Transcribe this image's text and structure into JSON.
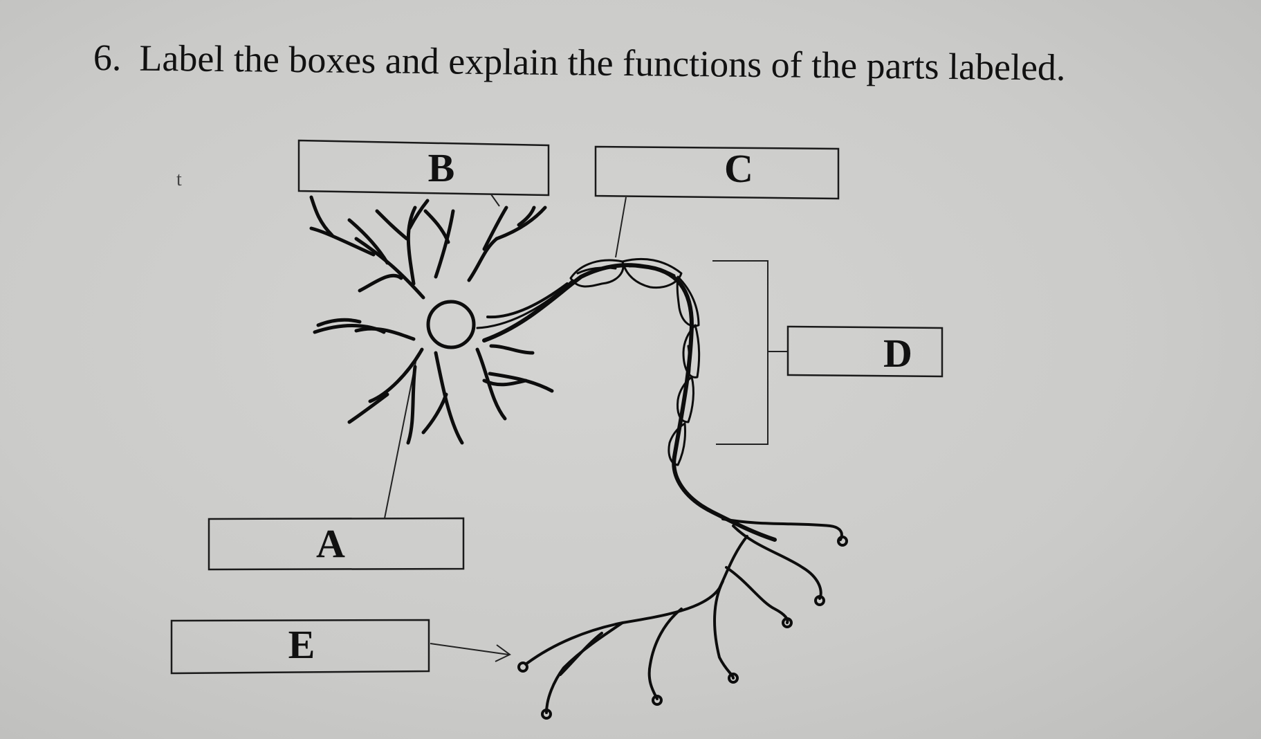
{
  "question": {
    "number": "6.",
    "text": "Label the boxes and explain the functions of the parts labeled."
  },
  "boxes": {
    "A": "A",
    "B": "B",
    "C": "C",
    "D": "D",
    "E": "E"
  },
  "stray_mark": "t"
}
